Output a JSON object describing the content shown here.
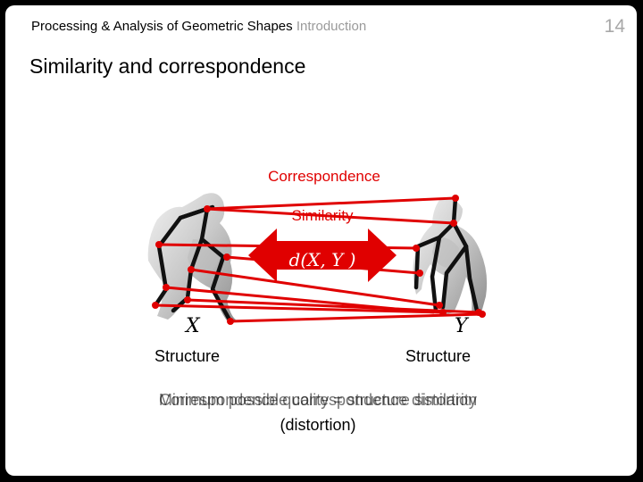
{
  "header": {
    "course": "Processing & Analysis of Geometric Shapes",
    "section": "Introduction",
    "page_number": "14"
  },
  "title": "Similarity and correspondence",
  "figure": {
    "correspondence_label": "Correspondence",
    "similarity_label": "Similarity",
    "distance_label": "d(X, Y )",
    "shape_x_label": "X",
    "shape_y_label": "Y",
    "arrow_color": "#e00000",
    "line_color": "#e00000",
    "skeleton_color": "#111111"
  },
  "structure_left": "Structure",
  "structure_right": "Structure",
  "bottom": {
    "overlapped_lines": [
      "Minimum possible correspondence distortion",
      "Correspondence quality = structure similarity"
    ],
    "note": "(distortion)"
  }
}
